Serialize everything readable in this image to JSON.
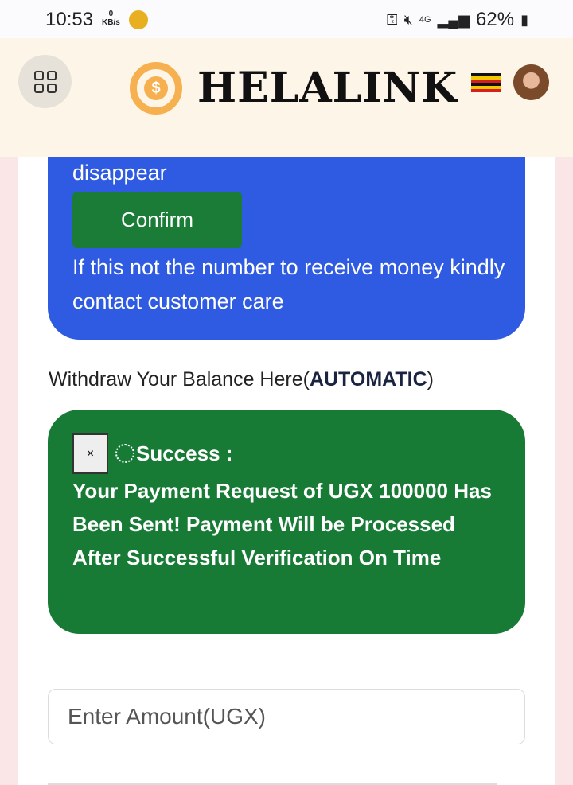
{
  "status": {
    "time": "10:53",
    "speed_value": "0",
    "speed_unit": "KB/s",
    "network": "4G",
    "battery": "62%"
  },
  "header": {
    "brand": "HELALINK",
    "logo_symbol": "$"
  },
  "notice": {
    "text_top": "disappear",
    "confirm_label": "Confirm",
    "text_bottom": "If this not the number to receive money kindly contact customer care"
  },
  "withdraw": {
    "label": "Withdraw Your Balance Here(",
    "label_bold": "AUTOMATIC",
    "label_end": ")"
  },
  "alert": {
    "close": "×",
    "title": "Success :",
    "msg1": "Your Payment Request of ",
    "msg_bold": "UGX 100000",
    "msg2": " Has Been Sent! Payment Will be Processed After Successful Verification On Time"
  },
  "form": {
    "amount_placeholder": "Enter Amount(UGX)"
  }
}
